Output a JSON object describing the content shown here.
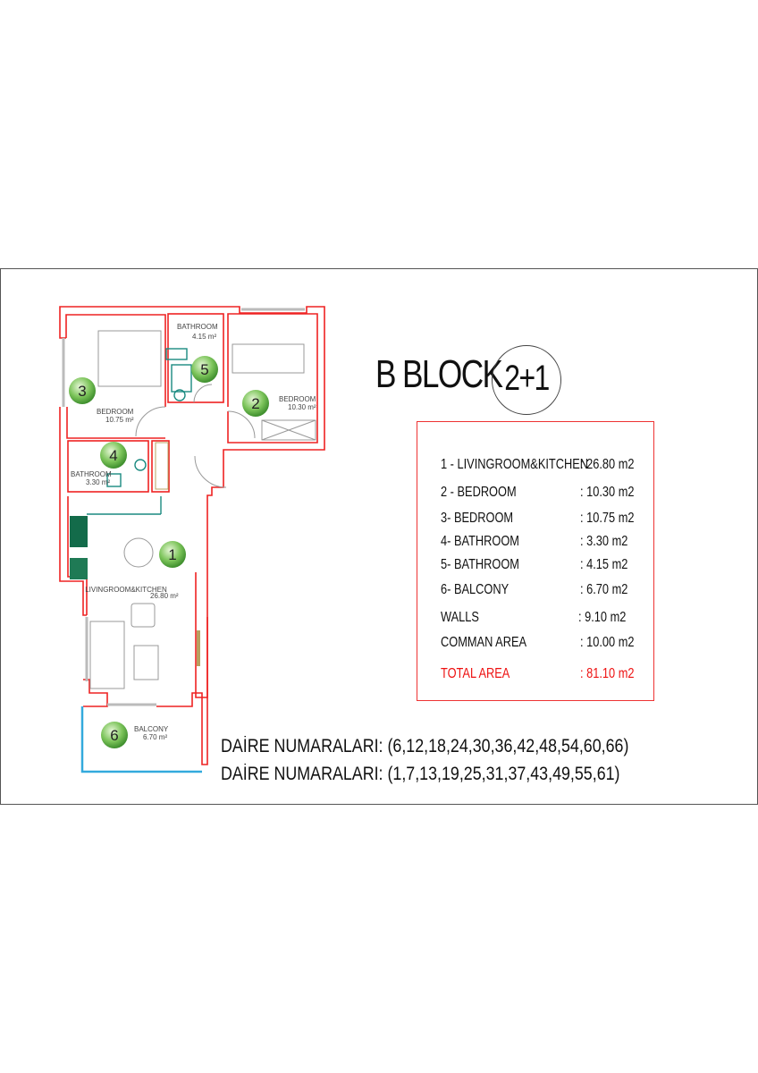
{
  "title": "B BLOCK",
  "unit_type": "2+1",
  "rooms": [
    {
      "number": "1",
      "name": "LIVINGROOM&KITCHEN",
      "area": "26.80 m²"
    },
    {
      "number": "2",
      "name": "BEDROOM",
      "area": "10.30 m²"
    },
    {
      "number": "3",
      "name": "BEDROOM",
      "area": "10.75 m²"
    },
    {
      "number": "4",
      "name": "BATHROOM",
      "area": "3.30 m²"
    },
    {
      "number": "5",
      "name": "BATHROOM",
      "area": "4.15 m²"
    },
    {
      "number": "6",
      "name": "BALCONY",
      "area": "6.70 m²"
    }
  ],
  "area_table": [
    {
      "label": "1 - LIVINGROOM&KITCHEN",
      "value": ": 26.80 m2"
    },
    {
      "label": "2 - BEDROOM",
      "value": ": 10.30 m2"
    },
    {
      "label": "3- BEDROOM",
      "value": ":  10.75 m2"
    },
    {
      "label": "4- BATHROOM",
      "value": ": 3.30 m2"
    },
    {
      "label": "5- BATHROOM",
      "value": ": 4.15 m2"
    },
    {
      "label": "6- BALCONY",
      "value": ": 6.70 m2"
    },
    {
      "label": "WALLS",
      "value": ":  9.10 m2"
    },
    {
      "label": "COMMAN AREA",
      "value": ": 10.00 m2"
    }
  ],
  "total": {
    "label": "TOTAL AREA",
    "value": ": 81.10 m2"
  },
  "apartment_numbers": [
    "DAİRE NUMARALARI: (6,12,18,24,30,36,42,48,54,60,66)",
    "DAİRE NUMARALARI: (1,7,13,19,25,31,37,43,49,55,61)"
  ],
  "colors": {
    "wall": "#ee2222",
    "balcony": "#33aadd",
    "fixture": "#1a8a80",
    "badge": "#55aa44",
    "total": "#ee1111"
  }
}
